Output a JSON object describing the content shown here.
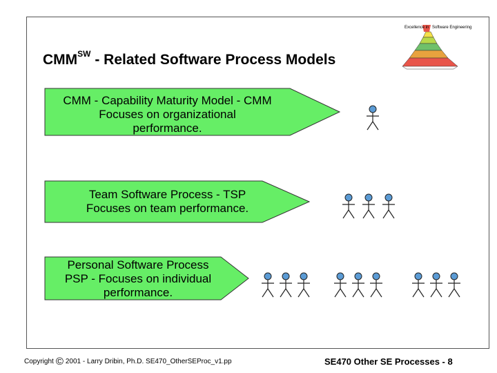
{
  "slide": {
    "title_main": "CMM",
    "title_sup": "SW",
    "title_rest": " - Related Software Process Models"
  },
  "logo": {
    "left_text": "Excellence in",
    "right_text": "Software Engineering",
    "level_color": "#e8554a",
    "level_colors": [
      "#f5e04a",
      "#b8d94a",
      "#6fc06a",
      "#e8a23e",
      "#e8554a"
    ]
  },
  "arrows": [
    {
      "lines": [
        "CMM - Capability Maturity Model - CMM",
        "Focuses on organizational",
        "performance."
      ]
    },
    {
      "lines": [
        "Team Software Process - TSP",
        "Focuses on team performance."
      ]
    },
    {
      "lines": [
        "Personal Software Process",
        "PSP - Focuses on individual",
        "performance."
      ]
    }
  ],
  "colors": {
    "arrow_fill": "#66ee66",
    "figure_head": "#5b9bd5"
  },
  "footer": {
    "copyright_word": "Copyright",
    "copyright_symbol": "©",
    "copyright_rest": "2001 - Larry Dribin, Ph.D. SE470_OtherSEProc_v1.pp",
    "course": "SE470 Other SE Processes - 8"
  }
}
